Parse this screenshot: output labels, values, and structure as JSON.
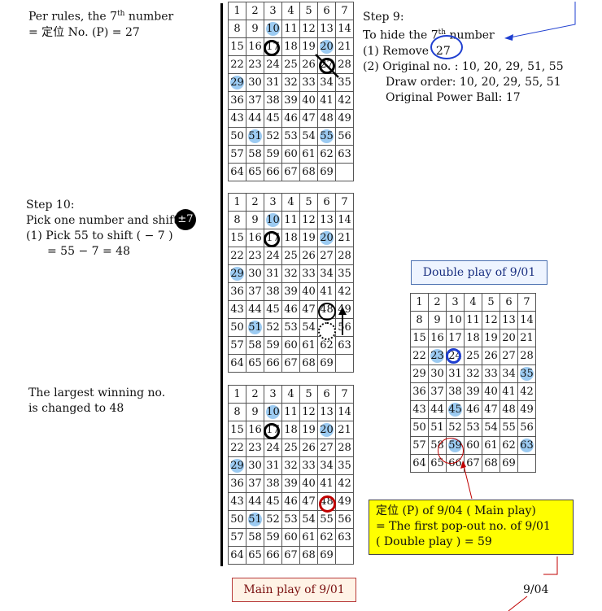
{
  "notes": {
    "p_rule_1": "Per rules, the 7",
    "p_rule_sup": "th",
    "p_rule_2": " number",
    "p_rule_3": "= 定位 No. (P) = 27",
    "step9_title": "Step 9:",
    "step9_l1a": "To hide the 7",
    "step9_l1sup": "th",
    "step9_l1b": "  number",
    "step9_l2": "(1)  Remove",
    "step9_removed": "27",
    "step9_l3": "(2) Original no. :  10, 20, 29, 51, 55",
    "step9_l4": "Draw order:  10, 20, 29, 55, 51",
    "step9_l5": "Original  Power Ball:  17",
    "step10_title": "Step 10:",
    "step10_l1": "Pick one number and shift",
    "step10_badge": "±7",
    "step10_l2": "(1) Pick 55 to shift  ( − 7 )",
    "step10_l3": "= 55 − 7 = 48",
    "largest_1": "The largest winning no.",
    "largest_2": "is changed to  48",
    "double_play_label": "Double play of 9/01",
    "main_play_label": "Main play of 9/01",
    "yellow_l1": "定位 (P) of 9/04 ( Main play)",
    "yellow_l2": "= The first pop-out no. of 9/01",
    "yellow_l3": "( Double play ) = 59",
    "date_label": "9/04"
  },
  "grids": {
    "max": 69,
    "cols": 7,
    "grid1": {
      "highlights": [
        10,
        20,
        29,
        51,
        55
      ],
      "hidden": []
    },
    "grid2": {
      "highlights": [
        10,
        20,
        29,
        51
      ],
      "hidden": [
        55
      ]
    },
    "grid3": {
      "highlights": [
        10,
        20,
        29,
        51
      ],
      "hidden": []
    },
    "grid4": {
      "highlights": [
        23,
        35,
        45,
        59,
        63
      ],
      "hidden": []
    }
  },
  "colors": {
    "highlight": "#9ccbf2",
    "yellow_box": "#ffff00",
    "red_accent": "#c00000",
    "blue_accent": "#1f3fd0"
  }
}
